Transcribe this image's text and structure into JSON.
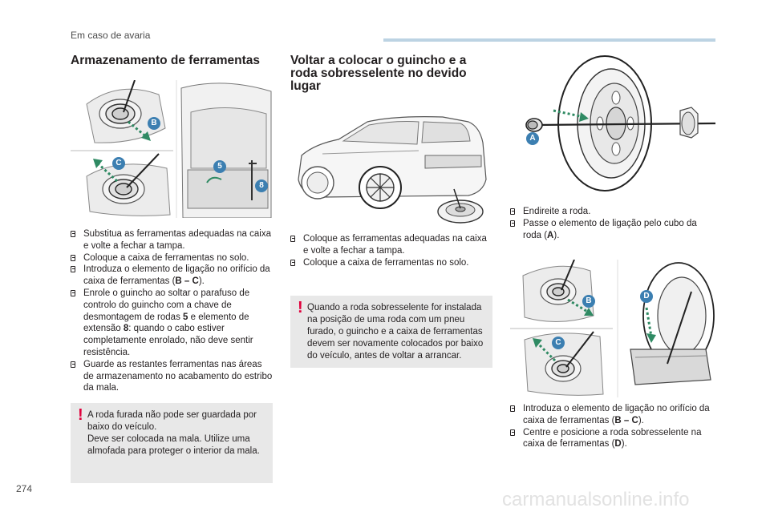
{
  "header": {
    "section": "Em caso de avaria"
  },
  "page_number": "274",
  "watermark": "carmanualsonline.info",
  "col1": {
    "title": "Armazenamento de ferramentas",
    "figure_labels": {
      "b1": "B",
      "c1": "C",
      "five": "5",
      "eight": "8"
    },
    "bullets": [
      {
        "pre": "Substitua as ferramentas adequadas na caixa e volte a fechar a tampa."
      },
      {
        "pre": "Coloque a caixa de ferramentas no solo."
      },
      {
        "pre": "Introduza o elemento de ligação no orifício da caixa de ferramentas (",
        "b1": "B – C",
        "post": ")."
      },
      {
        "pre": "Enrole o guincho ao soltar o parafuso de controlo do guincho com a chave de desmontagem de rodas ",
        "b1": "5",
        "mid": " e elemento de extensão ",
        "b2": "8",
        "post": ": quando o cabo estiver completamente enrolado, não deve sentir resistência."
      },
      {
        "pre": "Guarde as restantes ferramentas nas áreas de armazenamento no acabamento do estribo da mala."
      }
    ],
    "warning": {
      "lines": [
        "A roda furada não pode ser guardada por baixo do veículo.",
        "Deve ser colocada na mala. Utilize uma almofada para proteger o interior da mala."
      ]
    }
  },
  "col2": {
    "title": "Voltar a colocar o guincho e a roda sobresselente no devido lugar",
    "bullets": [
      {
        "pre": "Coloque as ferramentas adequadas na caixa e volte a fechar a tampa."
      },
      {
        "pre": "Coloque a caixa de ferramentas no solo."
      }
    ],
    "warning": {
      "lines": [
        "Quando a roda sobresselente for instalada na posição de uma roda com um pneu furado, o guincho e a caixa de ferramentas devem ser novamente colocados por baixo do veículo, antes de voltar a arrancar."
      ]
    }
  },
  "col3": {
    "figure_labels": {
      "a": "A",
      "b": "B",
      "c": "C",
      "d": "D"
    },
    "bullets_top": [
      {
        "pre": "Endireite a roda."
      },
      {
        "pre": "Passe o elemento de ligação pelo cubo da roda (",
        "b1": "A",
        "post": ")."
      }
    ],
    "bullets_bottom": [
      {
        "pre": "Introduza o elemento de ligação no orifício da caixa de ferramentas (",
        "b1": "B – C",
        "post": ")."
      },
      {
        "pre": "Centre e posicione a roda sobresselente na caixa de ferramentas (",
        "b1": "D",
        "post": ")."
      }
    ]
  },
  "colors": {
    "badge": "#3c7fb1",
    "arrow": "#2f8a63",
    "warning_bg": "#e8e8e8",
    "warning_mark": "#e0003c",
    "rule": "#bcd3e3"
  }
}
